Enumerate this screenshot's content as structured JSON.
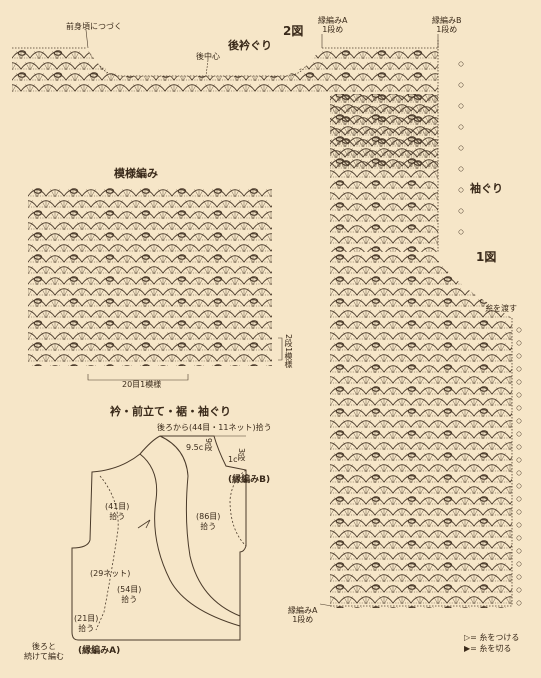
{
  "colors": {
    "background": "#f6e6c8",
    "ink": "#4a3a2a",
    "garment_fill": "#f6e6c8"
  },
  "labels": {
    "fig2_title": "2図",
    "fig1_title": "1図",
    "back_neck": "後衿ぐり",
    "armhole": "袖ぐり",
    "back_center": "後中心",
    "continue_front": "前身頃につづく",
    "edge_a_row1_top": "縁編みA\n1段め",
    "edge_b_row1": "縁編みB\n1段め",
    "pattern_title": "模様編み",
    "repeat": "20目1模様",
    "rows_repeat": "2段1模様",
    "attach_yarn": "糸を渡す",
    "edge_a_row1_bottom": "縁編みA\n1段め",
    "legend_attach": "= 糸をつける",
    "legend_cut": "= 糸を切る",
    "diagram_title": "衿・前立て・裾・袖ぐり",
    "pickup_back": "後ろから(44目・11ネット)拾う",
    "dim_95": "9.5c",
    "dim_9": "9段",
    "dim_1": "1c",
    "dim_3": "3段",
    "edge_b": "(縁編みB)",
    "edge_a": "(縁編みA)",
    "pick_41": "(41目)\n拾う",
    "pick_86": "(86目)\n拾う",
    "net_29": "(29ネット)",
    "pick_54": "(54目)\n拾う",
    "pick_21": "(21目)\n拾う",
    "join_back": "後ろと\n続けて編む"
  },
  "legend_symbols": {
    "attach": "▷",
    "cut": "▶"
  }
}
